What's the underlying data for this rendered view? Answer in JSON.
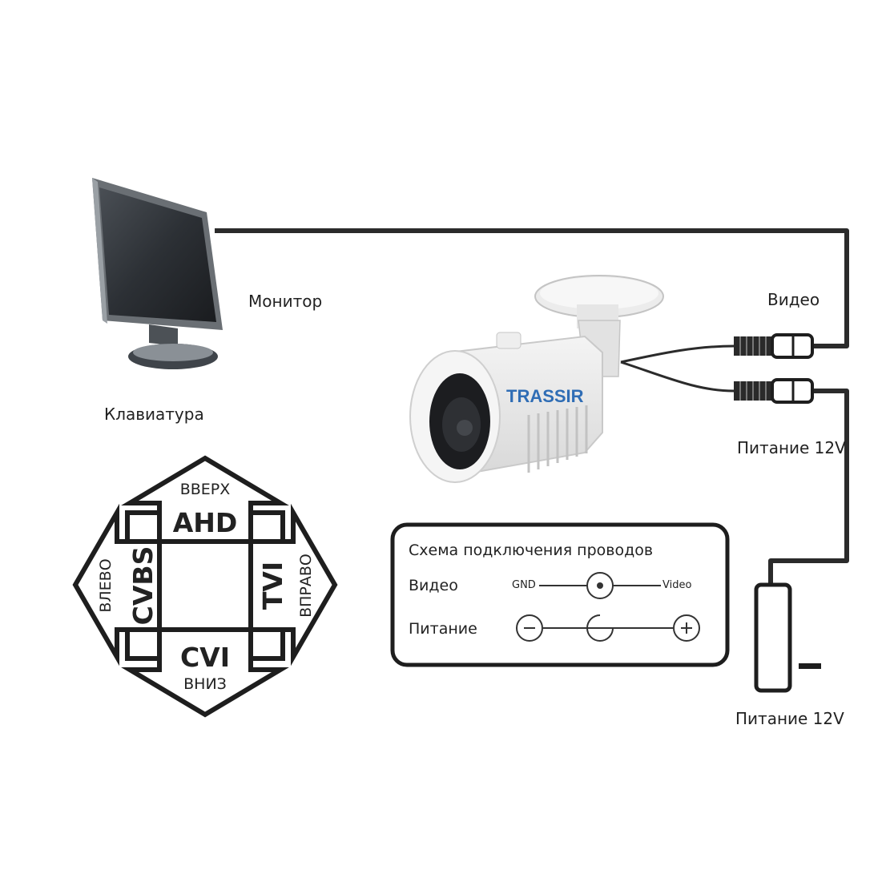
{
  "labels": {
    "monitor": "Монитор",
    "keyboard": "Клавиатура",
    "video": "Видео",
    "power_top": "Питание 12V",
    "power_bottom": "Питание 12V"
  },
  "camera": {
    "brand": "TRASSIR"
  },
  "wiring_scheme": {
    "title": "Схема подключения проводов",
    "video_row": {
      "label": "Видео",
      "left": "GND",
      "right": "Video"
    },
    "power_row": {
      "label": "Питание"
    }
  },
  "joystick": {
    "up_word": "ВВЕРХ",
    "up_mode": "AHD",
    "down_word": "ВНИЗ",
    "down_mode": "CVI",
    "left_word": "ВЛЕВО",
    "left_mode": "CVBS",
    "right_word": "ВПРАВО",
    "right_mode": "TVI"
  },
  "colors": {
    "wire": "#2b2b2b",
    "outline": "#1e1e1e",
    "accent_blue": "#2f6db5",
    "accent_red": "#d8232a"
  }
}
